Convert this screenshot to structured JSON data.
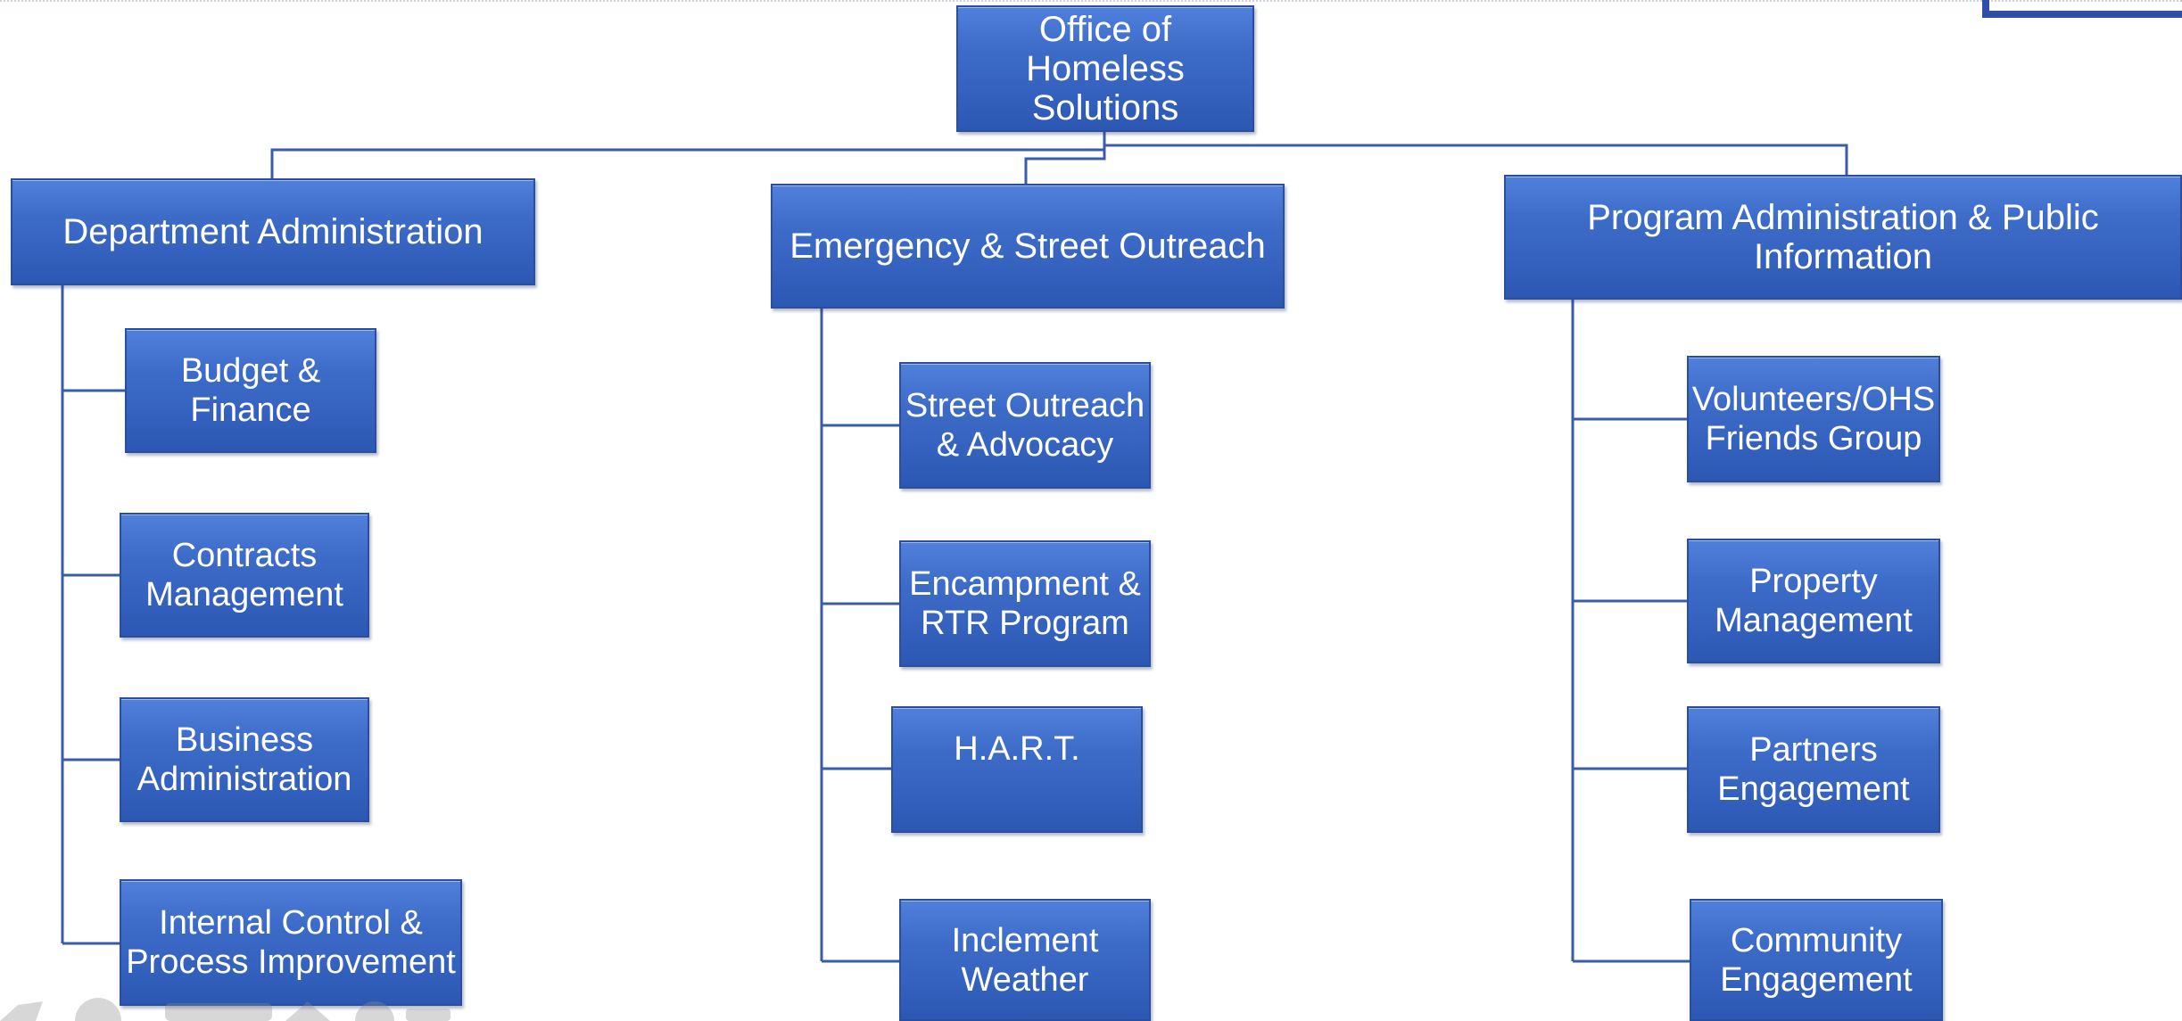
{
  "org_chart": {
    "root": {
      "label": "Office of Homeless Solutions"
    },
    "divisions": [
      {
        "label": "Department Administration",
        "units": [
          {
            "label": "Budget & Finance"
          },
          {
            "label": "Contracts Management"
          },
          {
            "label": "Business Administration"
          },
          {
            "label": "Internal Control & Process Improvement"
          }
        ]
      },
      {
        "label": "Emergency & Street Outreach",
        "units": [
          {
            "label": "Street Outreach & Advocacy"
          },
          {
            "label": "Encampment & RTR Program"
          },
          {
            "label": "H.A.R.T."
          },
          {
            "label": "Inclement Weather"
          }
        ]
      },
      {
        "label": "Program Administration & Public Information",
        "units": [
          {
            "label": "Volunteers/OHS Friends Group"
          },
          {
            "label": "Property Management"
          },
          {
            "label": "Partners Engagement"
          },
          {
            "label": "Community Engagement"
          }
        ]
      }
    ]
  },
  "colors": {
    "box_fill": "#3d6cc8",
    "box_border": "#2b4f9c",
    "connector": "#3a5ca8",
    "text": "#ffffff"
  }
}
